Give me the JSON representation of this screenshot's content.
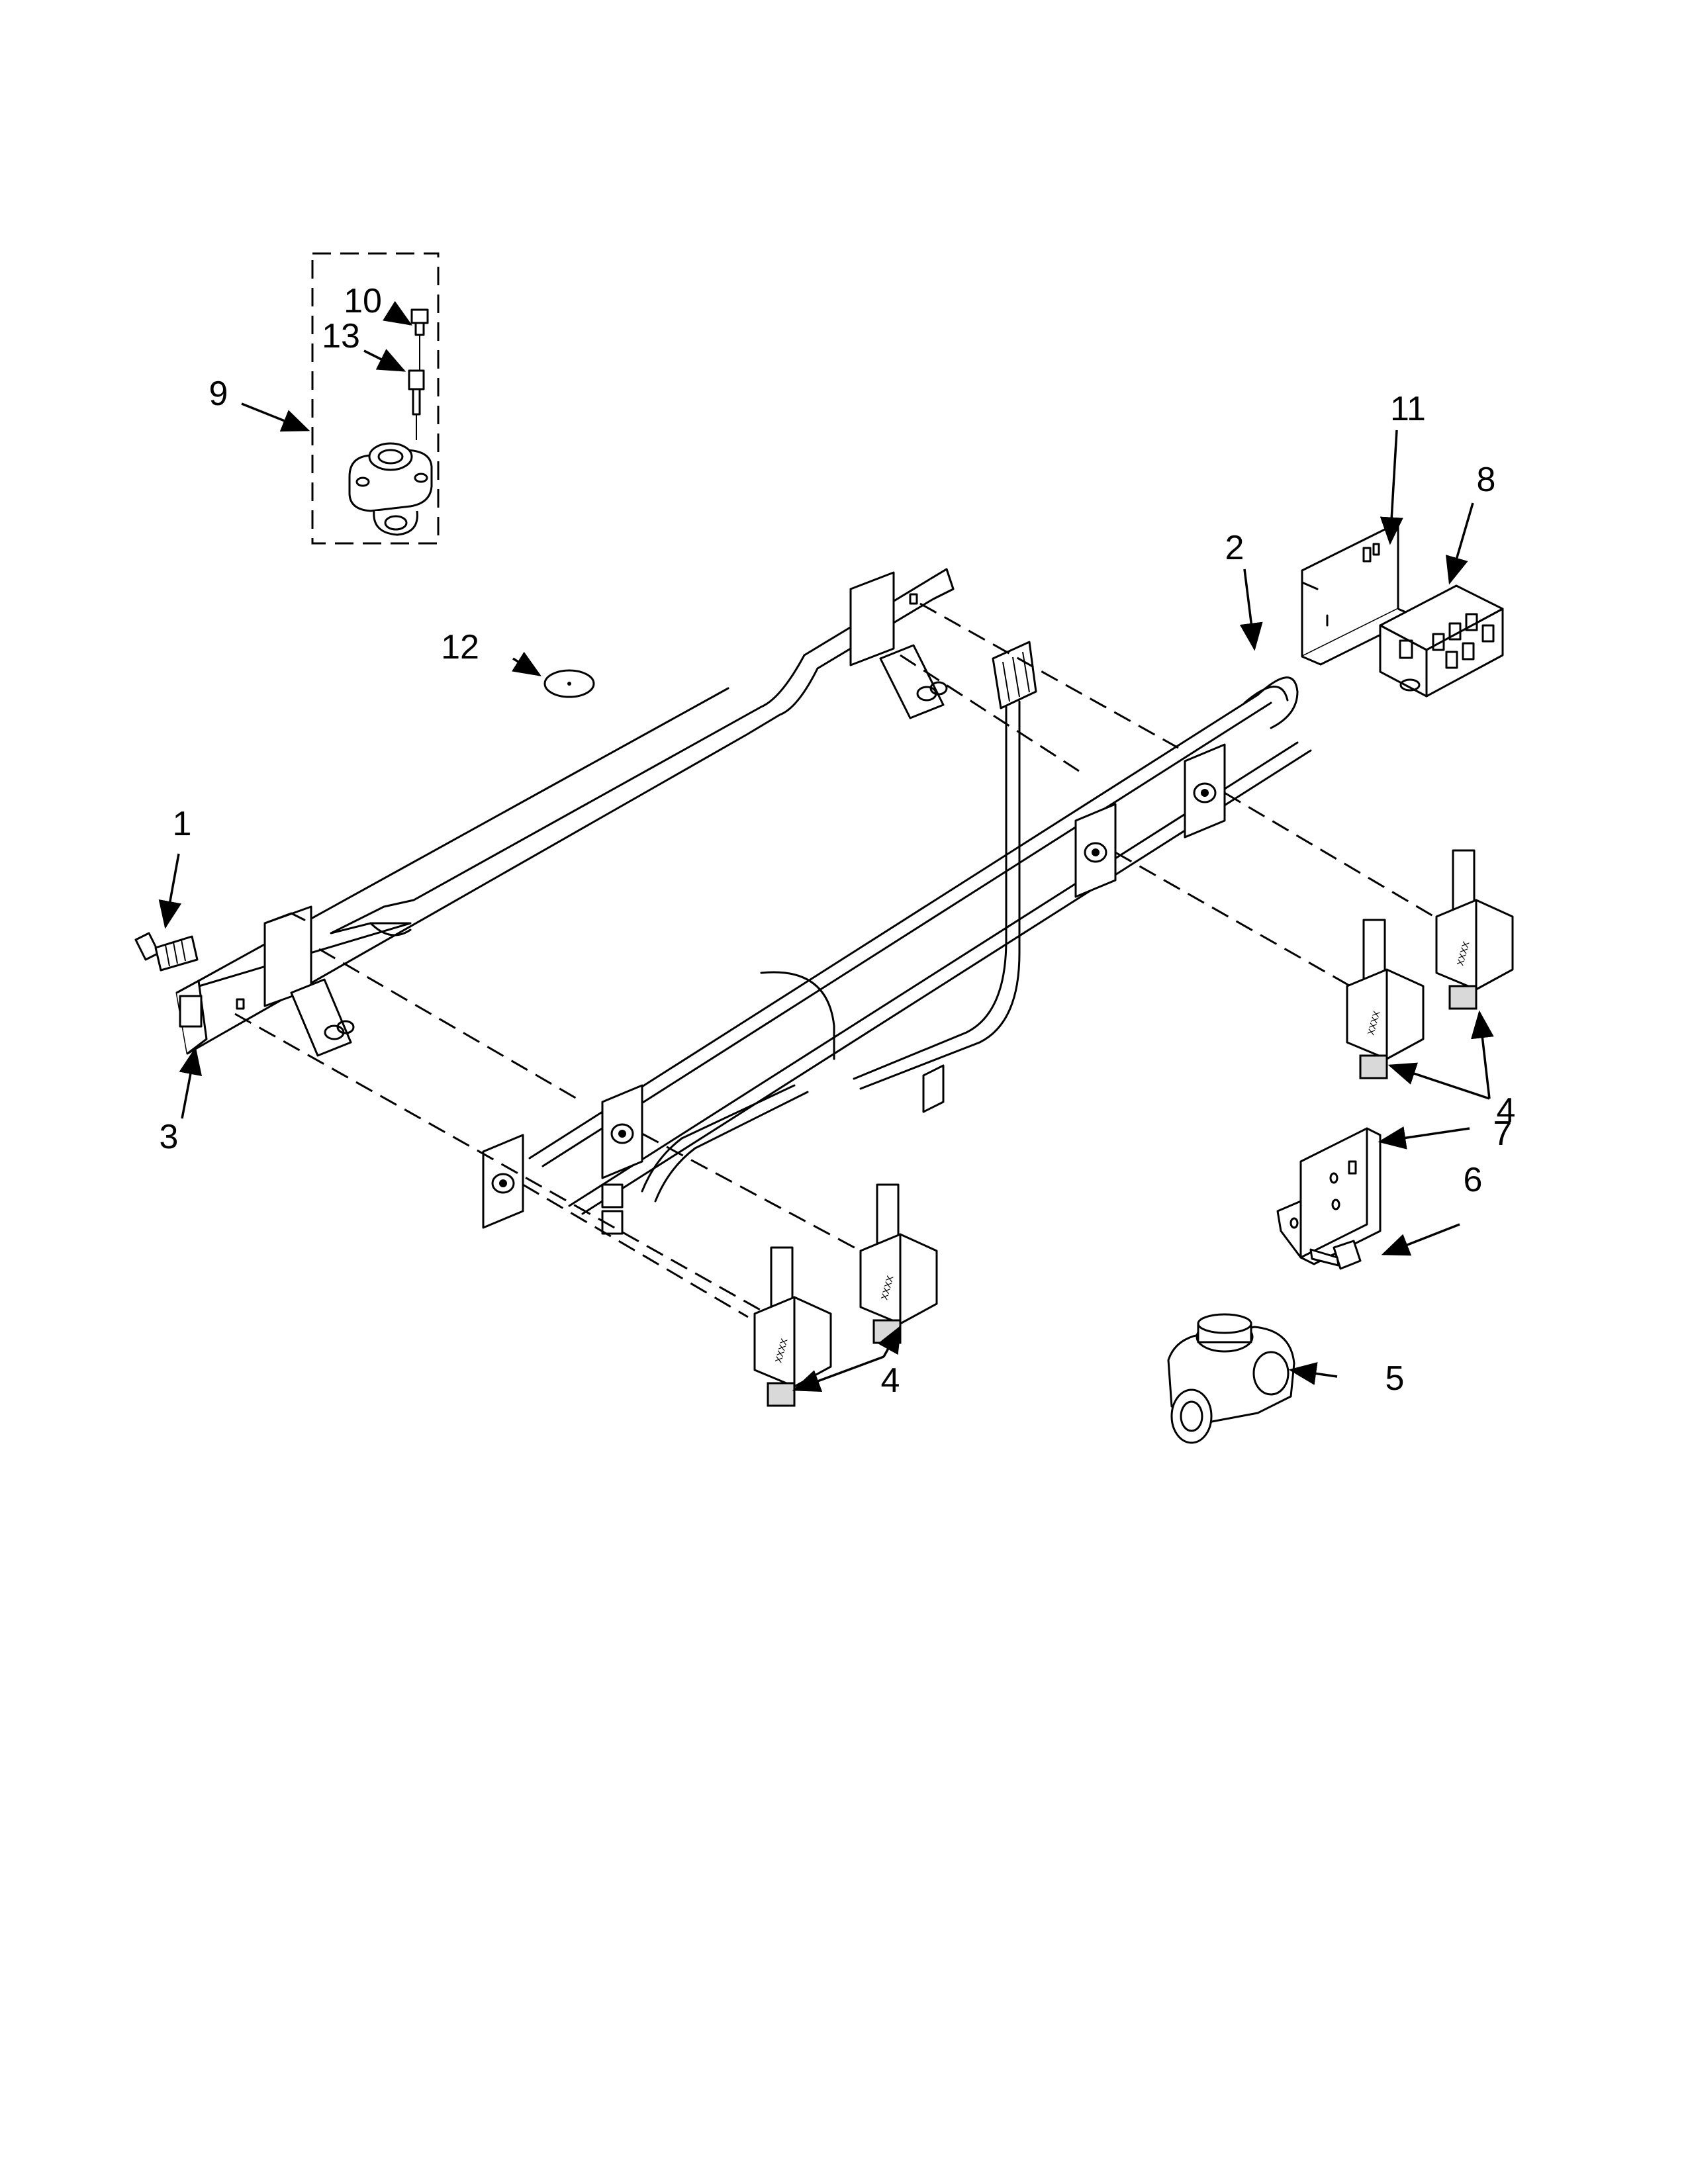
{
  "callouts": {
    "c1": "1",
    "c2": "2",
    "c3": "3",
    "c4a": "4",
    "c4b": "4",
    "c5": "5",
    "c6": "6",
    "c7": "7",
    "c8": "8",
    "c9": "9",
    "c10": "10",
    "c11": "11",
    "c12": "12",
    "c13": "13"
  },
  "valve_labels": {
    "v1": "XXXX",
    "v2": "XXXX",
    "v3": "XXXX",
    "v4": "XXXX"
  }
}
